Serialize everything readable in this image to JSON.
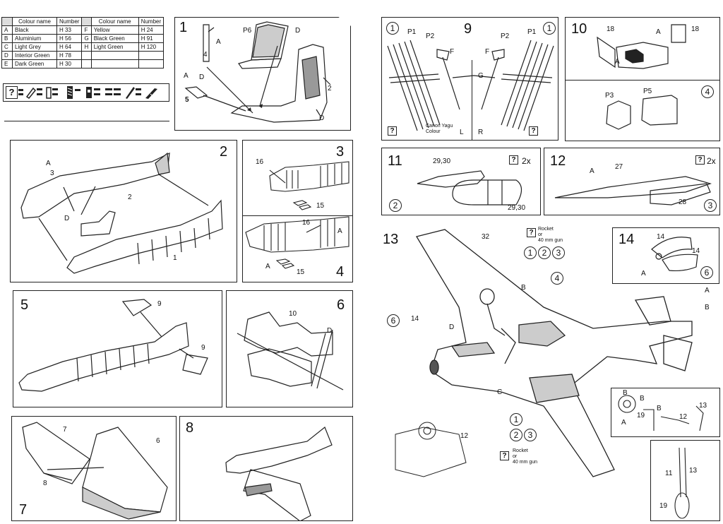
{
  "colour_table": {
    "headers": [
      "",
      "Colour name",
      "Number",
      "",
      "Colour name",
      "Number"
    ],
    "rows": [
      {
        "code1": "A",
        "name1": "Black",
        "num1": "H 33",
        "code2": "F",
        "name2": "Yellow",
        "num2": "H 24"
      },
      {
        "code1": "B",
        "name1": "Aluminium",
        "num1": "H 56",
        "code2": "G",
        "name2": "Black Green",
        "num2": "H 91"
      },
      {
        "code1": "C",
        "name1": "Light Grey",
        "num1": "H 64",
        "code2": "H",
        "name2": "Light Green",
        "num2": "H 120"
      },
      {
        "code1": "D",
        "name1": "Interior Green",
        "num1": "H 78",
        "code2": "",
        "name2": "",
        "num2": ""
      },
      {
        "code1": "E",
        "name1": "Dark Green",
        "num1": "H 30",
        "code2": "",
        "name2": "",
        "num2": ""
      }
    ]
  },
  "legend_icons": [
    "question-icon",
    "paint-icon",
    "glue-icon",
    "file-icon",
    "remove-part-icon",
    "drill-icon",
    "cut-icon",
    "knife-icon"
  ],
  "legend_text": {
    "q": "?"
  },
  "steps": {
    "s1": {
      "num": "1",
      "labels": {
        "p6": "P6",
        "d_top": "D",
        "a_top": "A",
        "n4": "4",
        "d_mid": "D",
        "a_left": "A",
        "n5": "5",
        "n2": "2",
        "d_bot": "D"
      }
    },
    "s2": {
      "num": "2",
      "labels": {
        "a": "A",
        "n3": "3",
        "n2": "2",
        "d": "D",
        "n1": "1"
      }
    },
    "s3": {
      "num": "3",
      "labels": {
        "n16": "16",
        "n15": "15"
      }
    },
    "s4": {
      "num": "4",
      "labels": {
        "n16": "16",
        "a_r": "A",
        "a_l": "A",
        "n15": "15"
      }
    },
    "s5": {
      "num": "5",
      "labels": {
        "n9a": "9",
        "n9b": "9"
      }
    },
    "s6": {
      "num": "6",
      "labels": {
        "n10": "10",
        "d": "D"
      }
    },
    "s7": {
      "num": "7",
      "labels": {
        "n7": "7",
        "n6": "6",
        "n8": "8"
      }
    },
    "s8": {
      "num": "8"
    },
    "s9": {
      "num": "9",
      "labels": {
        "c1": "1",
        "c2": "1",
        "p1l": "P1",
        "p2l": "P2",
        "fl": "F",
        "p2r": "P2",
        "p1r": "P1",
        "fr": "F",
        "g": "G",
        "q": "?",
        "q2": "?",
        "l": "L",
        "r": "R",
        "note": "Canon Yagu Colour"
      }
    },
    "s10": {
      "num": "10",
      "labels": {
        "n18l": "18",
        "a_t": "A",
        "n18r": "18",
        "a_l": "A",
        "p3": "P3",
        "p5": "P5",
        "c4": "4"
      }
    },
    "s11": {
      "num": "11",
      "labels": {
        "n2930": "29,30",
        "q": "?",
        "mult": "2x",
        "c2": "2",
        "n2930b": "29,30"
      }
    },
    "s12": {
      "num": "12",
      "labels": {
        "a": "A",
        "n27": "27",
        "q": "?",
        "mult": "2x",
        "n28": "28",
        "c3": "3"
      }
    },
    "s13": {
      "num": "13",
      "labels": {
        "n32": "32",
        "q": "?",
        "rocket": "Rocket",
        "or": "or",
        "gun": "40 mm gun",
        "c1": "1",
        "c2": "2",
        "c3": "3",
        "b1": "B",
        "c4": "4",
        "c6": "6",
        "n14": "14",
        "d": "D",
        "c": "C",
        "a_r": "A",
        "b_r": "B",
        "c1b": "1",
        "c2b": "2",
        "c3b": "3",
        "q2": "?",
        "rocket2": "Rocket",
        "or2": "or",
        "gun2": "40 mm gun",
        "n12": "12",
        "b_w1": "B",
        "b_w2": "B",
        "b_w3": "B",
        "n13": "13",
        "n19": "19",
        "n12b": "12",
        "a_w": "A",
        "n11": "11",
        "n13b": "13",
        "n19b": "19"
      }
    },
    "s14": {
      "num": "14",
      "labels": {
        "n14a": "14",
        "n14b": "14",
        "a": "A",
        "c6": "6"
      }
    }
  }
}
